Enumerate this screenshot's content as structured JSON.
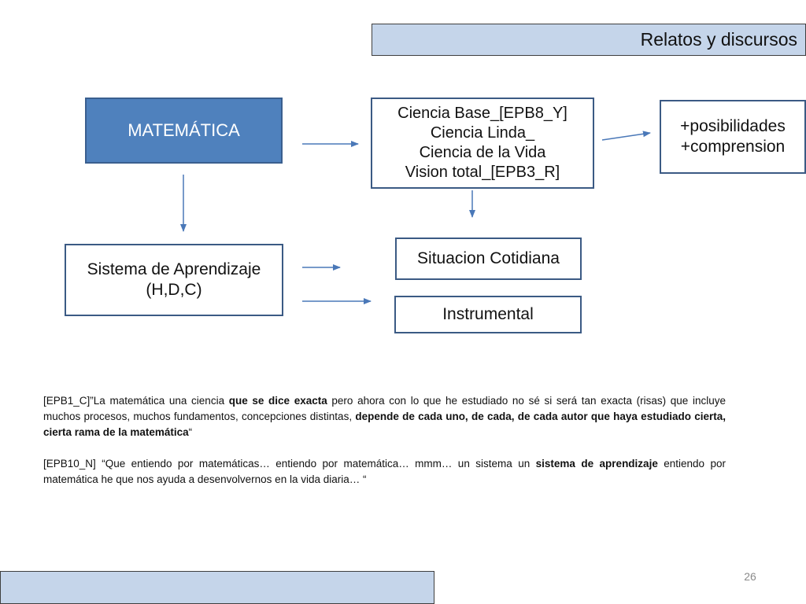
{
  "header": {
    "title": "Relatos y discursos"
  },
  "nodes": {
    "matematica": {
      "label": "MATEMÁTICA"
    },
    "ciencia": {
      "lines": [
        "Ciencia Base_[EPB8_Y]",
        "Ciencia Linda_",
        "Ciencia de la Vida",
        "Vision total_[EPB3_R]"
      ]
    },
    "posibilidades": {
      "lines": [
        "+posibilidades",
        "+comprension"
      ]
    },
    "sistema": {
      "lines": [
        "Sistema de Aprendizaje",
        "(H,D,C)"
      ]
    },
    "situacion": {
      "label": "Situacion Cotidiana"
    },
    "instrumental": {
      "label": "Instrumental"
    }
  },
  "quotes": [
    {
      "parts": [
        {
          "text": "[EPB1_C]”La matemática una ciencia ",
          "bold": false
        },
        {
          "text": "que se dice exacta",
          "bold": true
        },
        {
          "text": " pero ahora con lo que he estudiado no sé si será tan exacta (risas) que incluye muchos procesos, muchos fundamentos, concepciones distintas, ",
          "bold": false
        },
        {
          "text": "depende de cada uno, de cada, de cada autor que haya estudiado cierta, cierta rama de la matemática",
          "bold": true
        },
        {
          "text": "“",
          "bold": false
        }
      ]
    },
    {
      "parts": [
        {
          "text": "[EPB10_N] “Que entiendo por matemáticas… entiendo por matemática… mmm… un sistema  un ",
          "bold": false
        },
        {
          "text": "sistema de aprendizaje",
          "bold": true
        },
        {
          "text": " entiendo por matemática  he que nos ayuda a desenvolvernos en la vida diaria… “",
          "bold": false
        }
      ]
    }
  ],
  "footer": {
    "page_number": "26"
  },
  "colors": {
    "accent_box": "#4f81bd",
    "box_border": "#3b5a84",
    "header_fill": "#c5d5ea",
    "arrow": "#4a78b8"
  }
}
